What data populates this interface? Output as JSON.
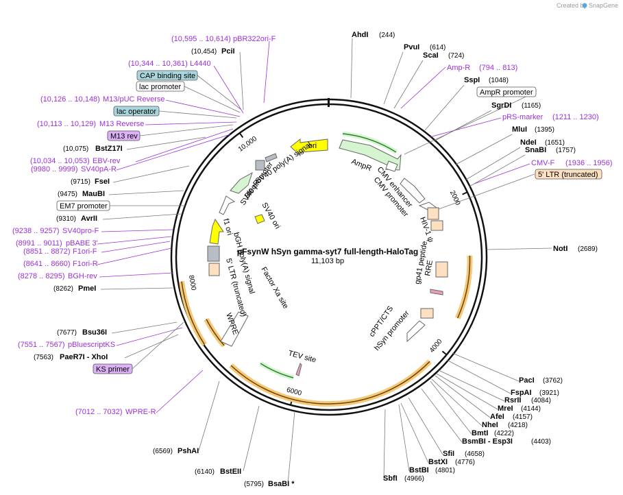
{
  "credit": {
    "created_by": "Created by",
    "brand": "SnapGene"
  },
  "plasmid": {
    "name": "pFsynW hSyn gamma-syt7 full-length-HaloTag",
    "length_label": "11,103 bp"
  },
  "ticks": [
    {
      "pos": 2000,
      "label": "2000"
    },
    {
      "pos": 4000,
      "label": "4000"
    },
    {
      "pos": 6000,
      "label": "6000"
    },
    {
      "pos": 8000,
      "label": "8000"
    },
    {
      "pos": 10000,
      "label": "10,000"
    }
  ],
  "enzymes": [
    {
      "name": "AhdI",
      "pos": "(244)",
      "side": "right"
    },
    {
      "name": "PvuI",
      "pos": "(614)",
      "side": "right"
    },
    {
      "name": "ScaI",
      "pos": "(724)",
      "side": "right"
    },
    {
      "name": "SspI",
      "pos": "(1048)",
      "side": "right"
    },
    {
      "name": "SgrDI",
      "pos": "(1165)",
      "side": "right"
    },
    {
      "name": "MluI",
      "pos": "(1395)",
      "side": "right"
    },
    {
      "name": "NdeI",
      "pos": "(1651)",
      "side": "right"
    },
    {
      "name": "SnaBI",
      "pos": "(1757)",
      "side": "right"
    },
    {
      "name": "NotI",
      "pos": "(2689)",
      "side": "right"
    },
    {
      "name": "PacI",
      "pos": "(3762)",
      "side": "right"
    },
    {
      "name": "FspAI",
      "pos": "(3921)",
      "side": "right"
    },
    {
      "name": "RsrII",
      "pos": "(4084)",
      "side": "right"
    },
    {
      "name": "MreI",
      "pos": "(4144)",
      "side": "right"
    },
    {
      "name": "AfeI",
      "pos": "(4157)",
      "side": "right"
    },
    {
      "name": "NheI",
      "pos": "(4218)",
      "side": "right"
    },
    {
      "name": "BmtI",
      "pos": "(4222)",
      "side": "right"
    },
    {
      "name": "BsmBI - Esp3I",
      "pos": "(4403)",
      "side": "right"
    },
    {
      "name": "SfiI",
      "pos": "(4658)",
      "side": "right"
    },
    {
      "name": "BstXI",
      "pos": "(4776)",
      "side": "right"
    },
    {
      "name": "BstBI",
      "pos": "(4801)",
      "side": "right"
    },
    {
      "name": "SbfI",
      "pos": "(4966)",
      "side": "right"
    },
    {
      "name": "BsaBI *",
      "pos": "(5795)",
      "side": "left"
    },
    {
      "name": "BstEII",
      "pos": "(6140)",
      "side": "left"
    },
    {
      "name": "PshAI",
      "pos": "(6569)",
      "side": "left"
    },
    {
      "name": "PaeR7I - XhoI",
      "pos": "(7563)",
      "side": "left"
    },
    {
      "name": "Bsu36I",
      "pos": "(7677)",
      "side": "left"
    },
    {
      "name": "PmeI",
      "pos": "(8262)",
      "side": "left"
    },
    {
      "name": "AvrII",
      "pos": "(9310)",
      "side": "left"
    },
    {
      "name": "MauBI",
      "pos": "(9475)",
      "side": "left"
    },
    {
      "name": "FseI",
      "pos": "(9715)",
      "side": "left"
    },
    {
      "name": "BstZ17I",
      "pos": "(10,075)",
      "side": "left"
    },
    {
      "name": "PciI",
      "pos": "(10,454)",
      "side": "left"
    }
  ],
  "primers": [
    {
      "label": "pBR322ori-F",
      "range": "(10,595 .. 10,614)"
    },
    {
      "label": "L4440",
      "range": "(10,344 .. 10,361)"
    },
    {
      "label": "M13/pUC Reverse",
      "range": "(10,126 .. 10,148)"
    },
    {
      "label": "M13 Reverse",
      "range": "(10,113 .. 10,129)"
    },
    {
      "label": "EBV-rev",
      "range": "(10,034 .. 10,053)"
    },
    {
      "label": "SV40pA-R",
      "range": "(9980 .. 9999)"
    },
    {
      "label": "SV40pro-F",
      "range": "(9238 .. 9257)"
    },
    {
      "label": "pBABE 3'",
      "range": "(8991 .. 9011)"
    },
    {
      "label": "F1ori-F",
      "range": "(8851 .. 8872)"
    },
    {
      "label": "F1ori-R",
      "range": "(8641 .. 8660)"
    },
    {
      "label": "BGH-rev",
      "range": "(8278 .. 8295)"
    },
    {
      "label": "pBluescriptKS",
      "range": "(7551 .. 7567)"
    },
    {
      "label": "WPRE-R",
      "range": "(7012 .. 7032)"
    },
    {
      "label": "Amp-R",
      "range": "(794 .. 813)"
    },
    {
      "label": "pRS-marker",
      "range": "(1211 .. 1230)"
    },
    {
      "label": "CMV-F",
      "range": "(1936 .. 1956)"
    }
  ],
  "boxed_labels": [
    {
      "label": "CAP binding site",
      "style": "teal"
    },
    {
      "label": "lac promoter",
      "style": "white"
    },
    {
      "label": "lac operator",
      "style": "teal"
    },
    {
      "label": "M13 rev",
      "style": "purple"
    },
    {
      "label": "EM7 promoter",
      "style": "white"
    },
    {
      "label": "KS primer",
      "style": "purple"
    },
    {
      "label": "AmpR promoter",
      "style": "white"
    },
    {
      "label": "5' LTR (truncated)",
      "style": "peach"
    }
  ],
  "features": [
    {
      "label": "ori"
    },
    {
      "label": "AmpR"
    },
    {
      "label": "CMV enhancer"
    },
    {
      "label": "CMV promoter"
    },
    {
      "label": "HIV-1 ψ"
    },
    {
      "label": "gp41 peptide"
    },
    {
      "label": "RRE"
    },
    {
      "label": "cPPT/CTS"
    },
    {
      "label": "hSyn promoter"
    },
    {
      "label": "TEV site"
    },
    {
      "label": "Factor Xa site"
    },
    {
      "label": "WPRE"
    },
    {
      "label": "5' LTR (truncated)"
    },
    {
      "label": "bGH poly(A) signal"
    },
    {
      "label": "f1 ori"
    },
    {
      "label": "SV40 ori"
    },
    {
      "label": "SV40 promoter"
    },
    {
      "label": "BleoR"
    },
    {
      "label": "SV40 poly(A) signal"
    }
  ],
  "colors": {
    "backbone": "#111111",
    "primer": "#9b30d9",
    "orange_feature": "#f5c97a",
    "green_feature": "#d4f5d0",
    "teal_box": "#a9d6dc",
    "purple_box": "#dcb1f5",
    "peach_box": "#fde0c2",
    "ori_yellow": "#ffff00"
  }
}
